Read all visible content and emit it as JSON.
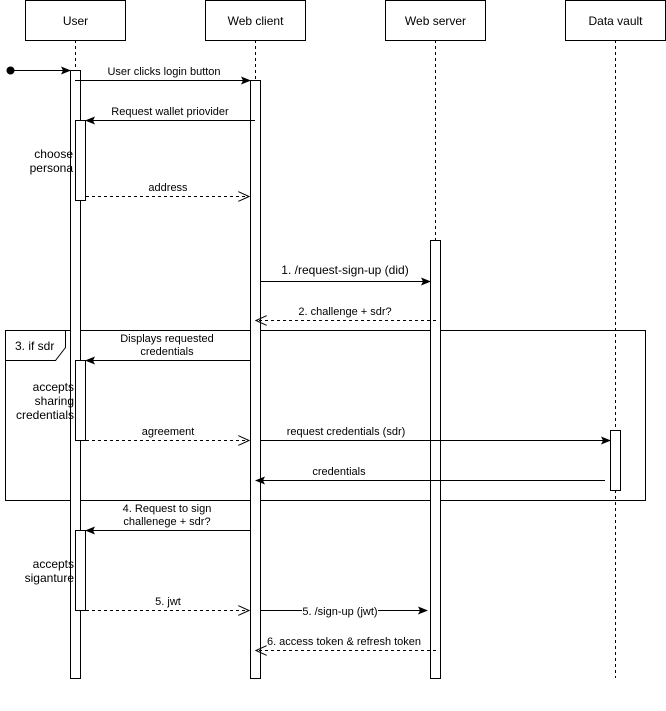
{
  "diagram": {
    "type": "sequence",
    "colors": {
      "stroke": "#000000",
      "background": "#ffffff"
    },
    "participants": [
      {
        "id": "user",
        "label": "User"
      },
      {
        "id": "webclient",
        "label": "Web client"
      },
      {
        "id": "webserver",
        "label": "Web server"
      },
      {
        "id": "datavault",
        "label": "Data vault"
      }
    ],
    "messages": [
      {
        "from": "start",
        "to": "user",
        "label": "",
        "style": "solid"
      },
      {
        "from": "user",
        "to": "webclient",
        "label": "User clicks login button",
        "style": "solid"
      },
      {
        "from": "webclient",
        "to": "user",
        "label": "Request wallet priovider",
        "style": "solid"
      },
      {
        "from": "user",
        "to": "webclient",
        "label": "address",
        "style": "dashed-return"
      },
      {
        "from": "webclient",
        "to": "webserver",
        "label": "1. /request-sign-up (did)",
        "style": "solid"
      },
      {
        "from": "webserver",
        "to": "webclient",
        "label": "2. challenge + sdr?",
        "style": "dashed-return"
      },
      {
        "from": "webclient",
        "to": "user",
        "label_lines": [
          "Displays requested",
          "credentials"
        ],
        "style": "solid"
      },
      {
        "from": "user",
        "to": "webclient",
        "label": "agreement",
        "style": "dashed-return"
      },
      {
        "from": "webclient",
        "to": "datavault",
        "label": "request credentials (sdr)",
        "style": "solid"
      },
      {
        "from": "datavault",
        "to": "webclient",
        "label": "credentials",
        "style": "solid"
      },
      {
        "from": "webclient",
        "to": "user",
        "label_lines": [
          "4. Request to sign",
          "challenege + sdr?"
        ],
        "style": "solid"
      },
      {
        "from": "user",
        "to": "webclient",
        "label": "5. jwt",
        "style": "dashed-return"
      },
      {
        "from": "webclient",
        "to": "webserver",
        "label": "5. /sign-up (jwt)",
        "style": "solid"
      },
      {
        "from": "webserver",
        "to": "webclient",
        "label": "6. access token & refresh token",
        "style": "dashed-return"
      }
    ],
    "notes": [
      {
        "lines": [
          "choose",
          "persona"
        ]
      },
      {
        "lines": [
          "accepts",
          "sharing",
          "credentials"
        ]
      },
      {
        "lines": [
          "accepts",
          "siganture"
        ]
      }
    ],
    "fragment": {
      "label": "3. if sdr"
    }
  }
}
